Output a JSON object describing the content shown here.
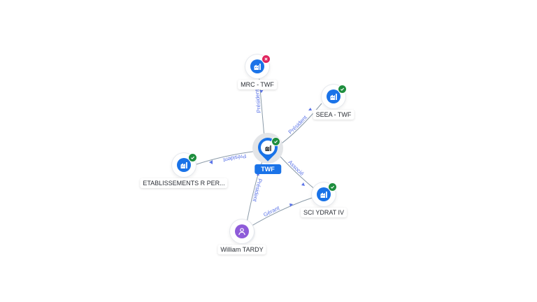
{
  "graph": {
    "center": {
      "label": "TWF",
      "icon": "company-icon",
      "status": "active"
    },
    "nodes": {
      "mrc": {
        "label": "MRC - TWF",
        "icon": "company-icon",
        "status": "closed"
      },
      "seea": {
        "label": "SEEA - TWF",
        "icon": "company-icon",
        "status": "active"
      },
      "etab": {
        "label": "ETABLISSEMENTS R PER...",
        "icon": "company-icon",
        "status": "active"
      },
      "sci": {
        "label": "SCI YDRAT IV",
        "icon": "company-icon",
        "status": "active"
      },
      "person": {
        "label": "William TARDY",
        "icon": "person-icon"
      }
    },
    "edges": {
      "mrc": "Président",
      "seea": "Président",
      "etab": "Président",
      "sci": "Associé",
      "person": "Président",
      "person_sci": "Gérant"
    }
  },
  "colors": {
    "accent": "#1a73e8",
    "edge_label": "#5b74e8",
    "status_active": "#1e8e3e",
    "status_closed": "#e0245e",
    "person": "#8e5bd9"
  }
}
